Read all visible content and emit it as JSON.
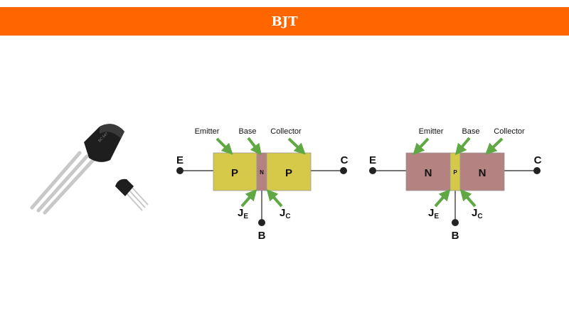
{
  "header": {
    "title": "BJT",
    "bg_color": "#ff6600"
  },
  "colors": {
    "p_region": "#d6c94a",
    "n_region": "#b58282",
    "arrow": "#5fa843",
    "wire": "#222222",
    "transistor_body": "#1e1e1e",
    "leads": "#c8c8c8"
  },
  "pnp": {
    "emitter_label": "Emitter",
    "base_label": "Base",
    "collector_label": "Collector",
    "left_region": "P",
    "middle_region": "N",
    "right_region": "P",
    "terminal_e": "E",
    "terminal_b": "B",
    "terminal_c": "C",
    "junction_e": "J",
    "junction_e_sub": "E",
    "junction_c": "J",
    "junction_c_sub": "C"
  },
  "npn": {
    "emitter_label": "Emitter",
    "base_label": "Base",
    "collector_label": "Collector",
    "left_region": "N",
    "middle_region": "P",
    "right_region": "N",
    "terminal_e": "E",
    "terminal_b": "B",
    "terminal_c": "C",
    "junction_e": "J",
    "junction_e_sub": "E",
    "junction_c": "J",
    "junction_c_sub": "C"
  }
}
